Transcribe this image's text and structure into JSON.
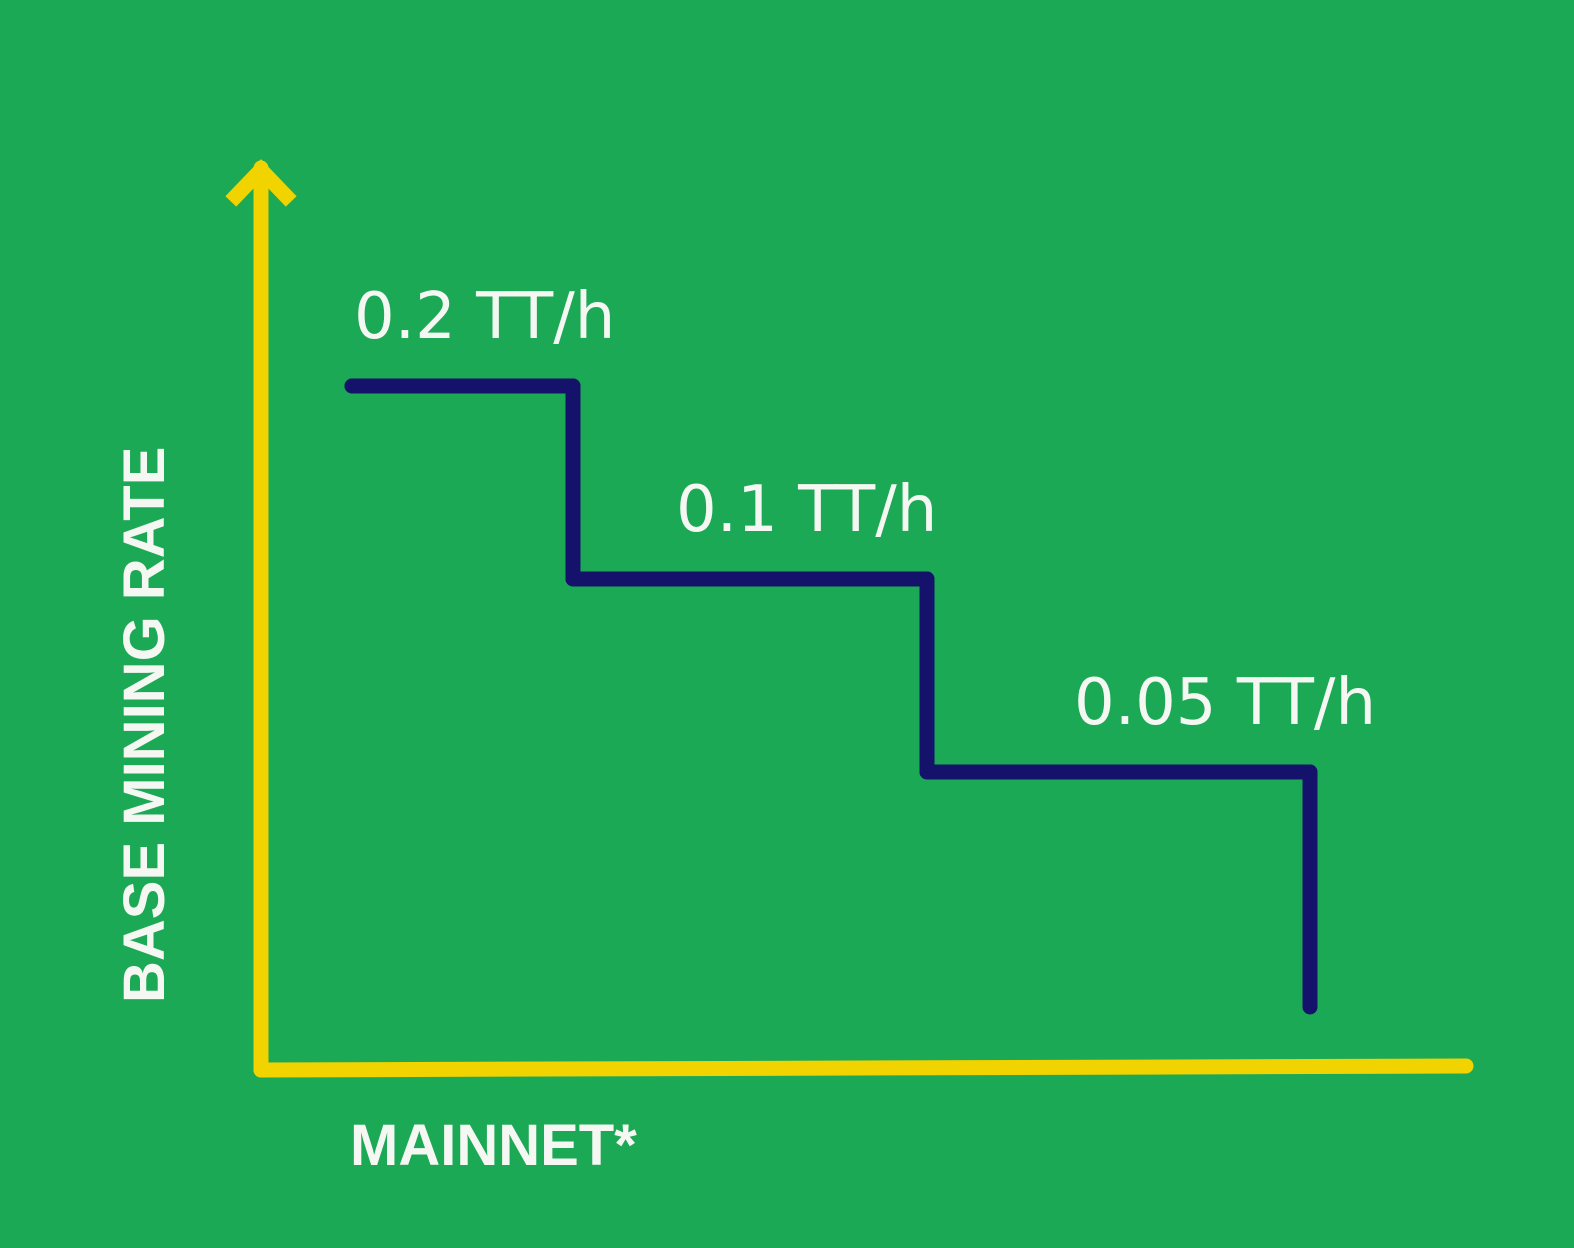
{
  "colors": {
    "background": "#1ca955",
    "axis": "#f1d300",
    "step_line": "#14126a",
    "label_text": "#f4f7f2"
  },
  "chart_data": {
    "type": "line",
    "style": "step",
    "xlabel": "MAINNET*",
    "ylabel": "BASE MINING RATE",
    "series": [
      {
        "values": [
          0.2,
          0.1,
          0.05
        ],
        "labels": [
          "0.2 TT/h",
          "0.1 TT/h",
          "0.05 TT/h"
        ]
      }
    ],
    "grid": false,
    "legend": "none"
  }
}
